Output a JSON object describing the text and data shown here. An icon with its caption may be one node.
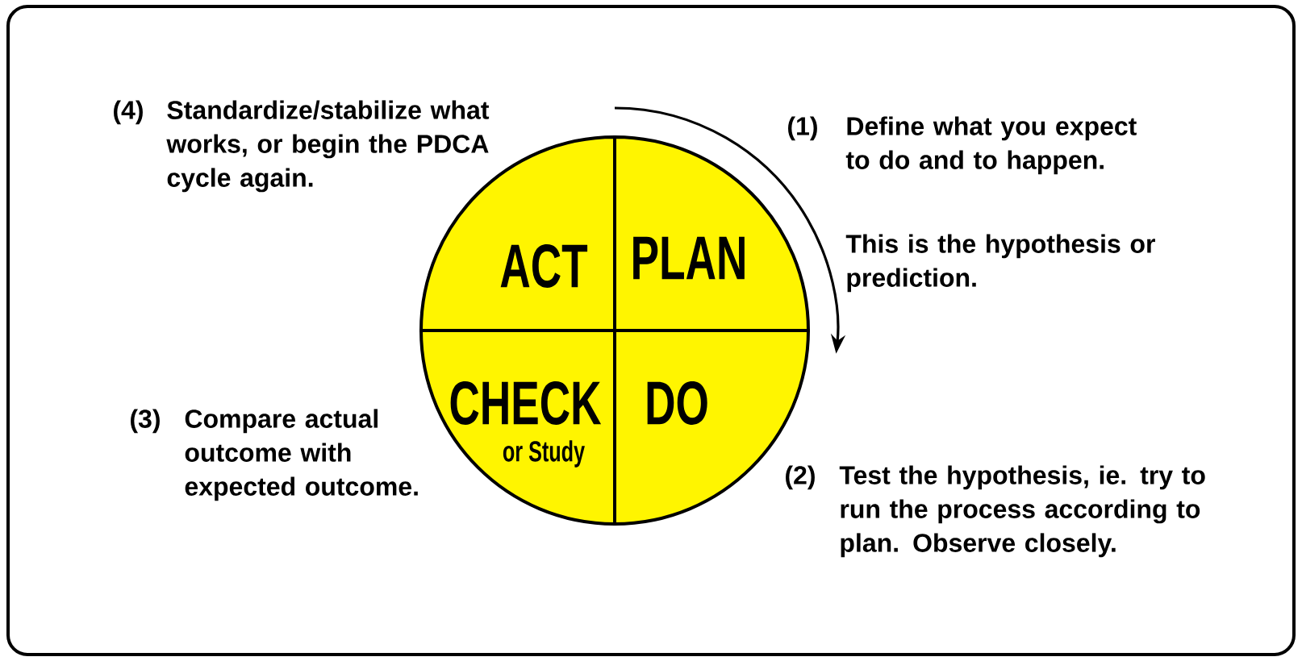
{
  "diagram": {
    "nodes": [
      {
        "text": [
          "ACT"
        ]
      },
      {
        "text": [
          "PLAN"
        ]
      },
      {
        "text": [
          "CHECK",
          "or Study"
        ]
      },
      {
        "text": [
          "DO"
        ]
      }
    ],
    "labels": [
      "(4)",
      "Standardize/stabilize what works, or begin the PDCA cycle again.",
      "(1)",
      "Define what you expect to do and to happen.",
      "This is the hypothesis or prediction.",
      "(3)",
      "Compare actual outcome with expected outcome.",
      "(2)",
      "Test the hypothesis, ie. try to run the process according to plan. Observe closely."
    ]
  }
}
